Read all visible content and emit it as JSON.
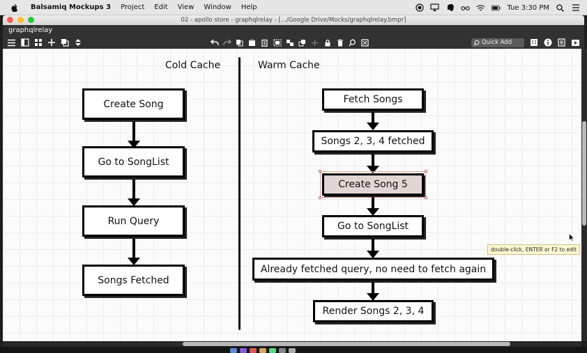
{
  "menubar": {
    "app_name": "Balsamiq Mockups 3",
    "items": [
      "Project",
      "Edit",
      "View",
      "Window",
      "Help"
    ],
    "clock": "Tue 3:30 PM"
  },
  "window": {
    "title": "02 - apollo store - graphqlrelay - [.../Google Drive/Mocks/graphqlrelay.bmpr]"
  },
  "app": {
    "project_name": "graphqlrelay",
    "quick_add_label": "Quick Add"
  },
  "canvas": {
    "cold_heading": "Cold Cache",
    "warm_heading": "Warm Cache",
    "cold_steps": [
      "Create Song",
      "Go to SongList",
      "Run Query",
      "Songs Fetched"
    ],
    "warm_steps": [
      "Fetch Songs",
      "Songs 2, 3, 4 fetched",
      "Create Song 5",
      "Go to SongList",
      "Already fetched query, no need to fetch again",
      "Render Songs 2, 3, 4"
    ],
    "selected_step": "Create Song 5",
    "tooltip": "double-click, ENTER or F2 to edit"
  },
  "colors": {
    "selected_fill": "#e2d6d4",
    "toolbar_bg": "#323232"
  }
}
